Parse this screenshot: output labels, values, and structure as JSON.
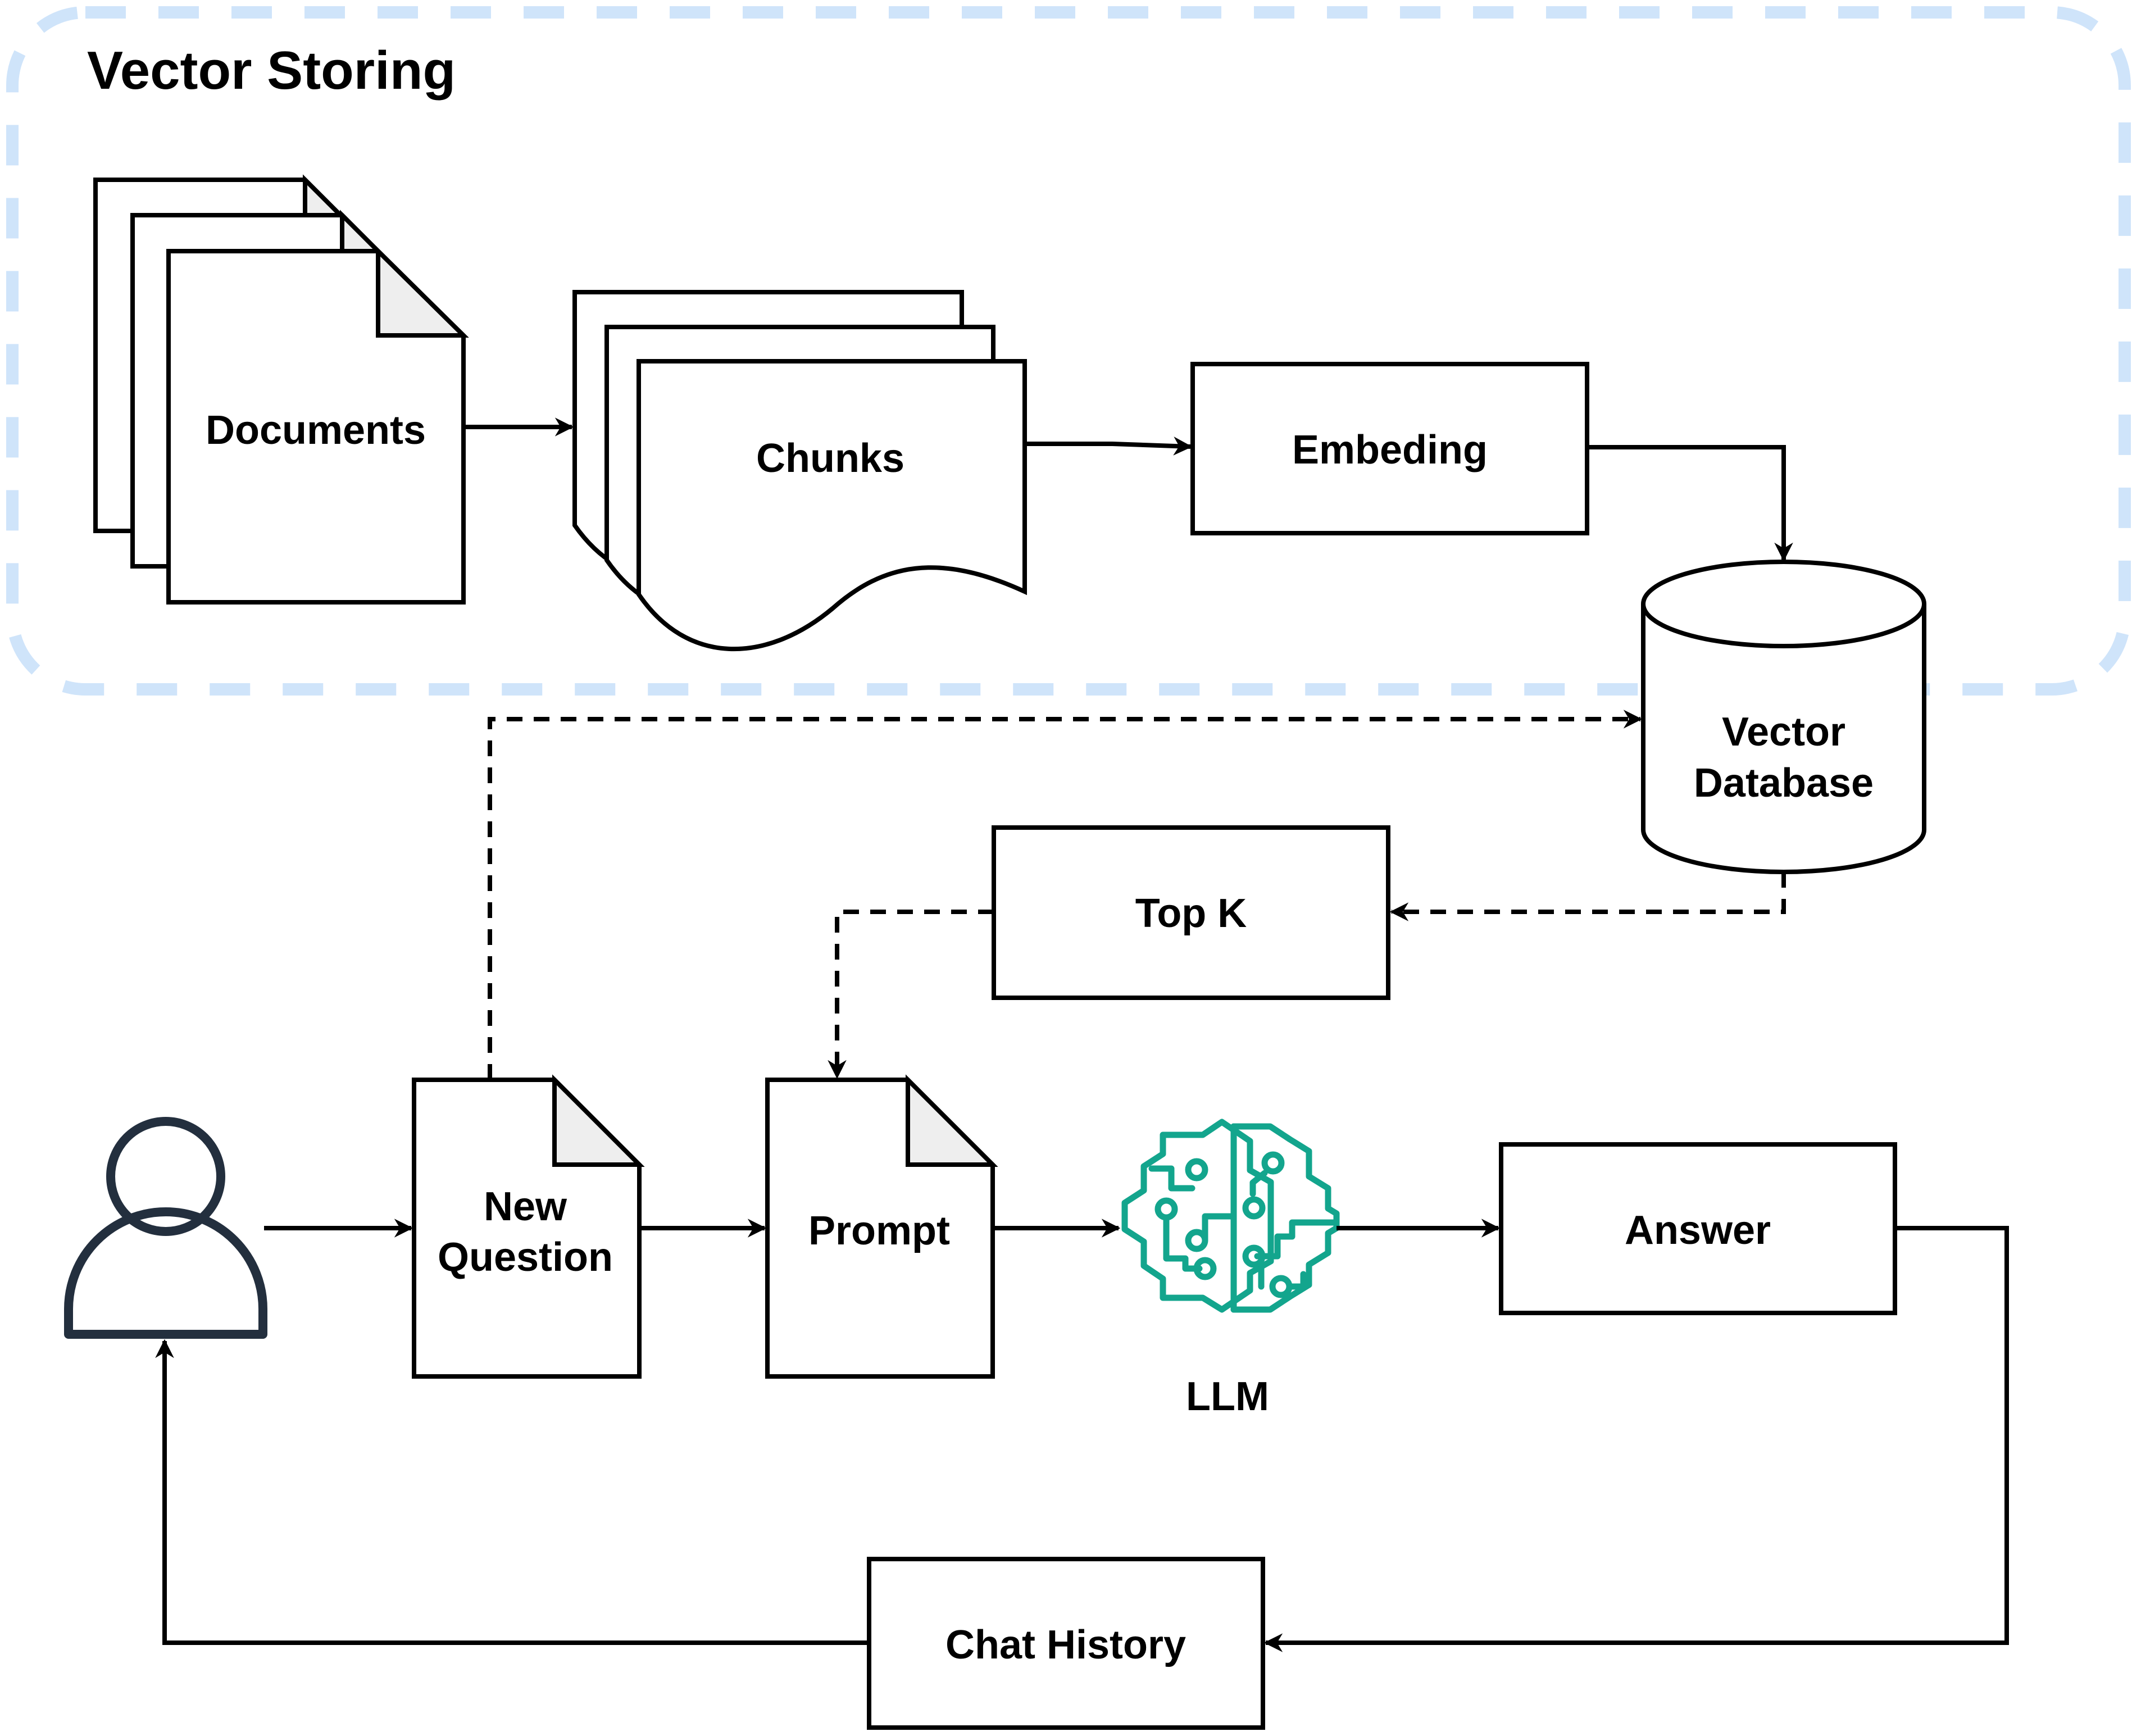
{
  "group": {
    "title": "Vector Storing",
    "border_color": "#cfe4fa"
  },
  "nodes": {
    "documents": "Documents",
    "chunks": "Chunks",
    "embedding": "Embeding",
    "vector_db_line1": "Vector",
    "vector_db_line2": "Database",
    "top_k": "Top K",
    "new_question_line1": "New",
    "new_question_line2": "Question",
    "prompt": "Prompt",
    "llm": "LLM",
    "answer": "Answer",
    "chat_history": "Chat History"
  },
  "icons": {
    "user": "user-icon",
    "llm": "brain-circuit-icon",
    "llm_color": "#13a58d",
    "user_color": "#232f3e"
  }
}
